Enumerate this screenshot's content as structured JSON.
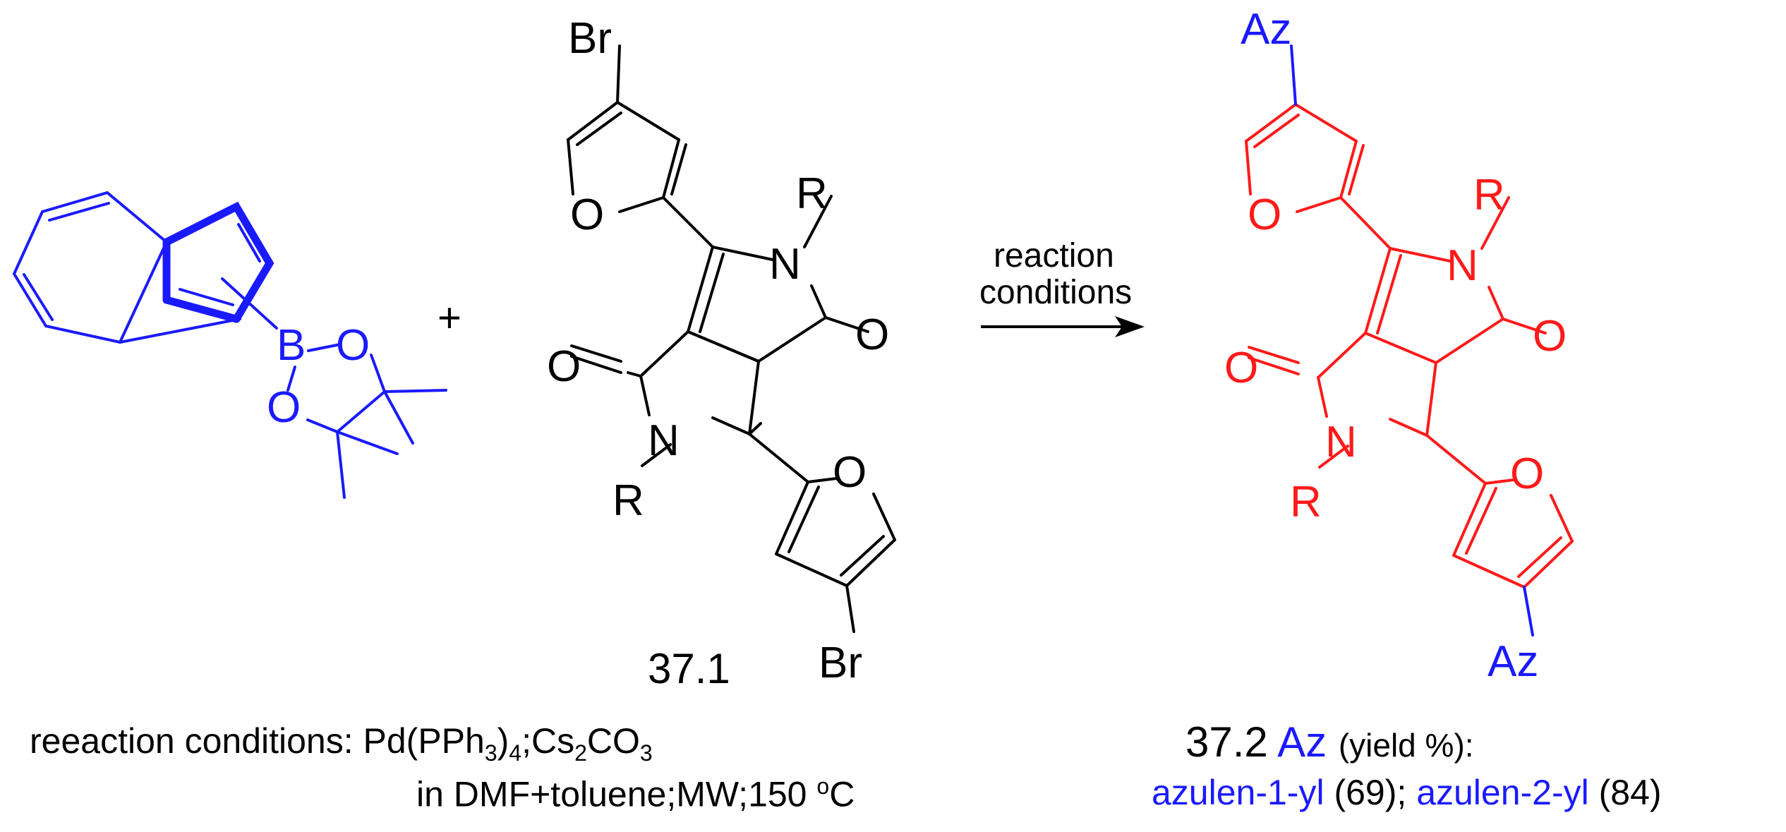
{
  "colors": {
    "reagent": "#1a1aff",
    "product": "#ff1a1a",
    "text": "#000000"
  },
  "atoms": {
    "Br": "Br",
    "O": "O",
    "N": "N",
    "R": "R",
    "B": "B",
    "Az": "Az"
  },
  "plus": "+",
  "arrow": {
    "line1": "reaction",
    "line2": "conditions"
  },
  "compound_37_1": "37.1",
  "conditions": {
    "label": "reeaction conditions: ",
    "pd": "Pd(PPh",
    "sub3": "3",
    "close": ")",
    "sub4": "4",
    "semi": ";Cs",
    "sub2": "2",
    "co": "CO",
    "sub3b": "3",
    "line2": "in DMF+toluene;MW;150 ",
    "sup_o": "o",
    "c": "C"
  },
  "product": {
    "id": "37.2",
    "az": "Az",
    "yield_label": "(yield %):",
    "entries": [
      {
        "name": "azulen-1-yl",
        "yield": "(69)",
        "sep": "; "
      },
      {
        "name": "azulen-2-yl",
        "yield": "(84)",
        "sep": ""
      }
    ]
  }
}
